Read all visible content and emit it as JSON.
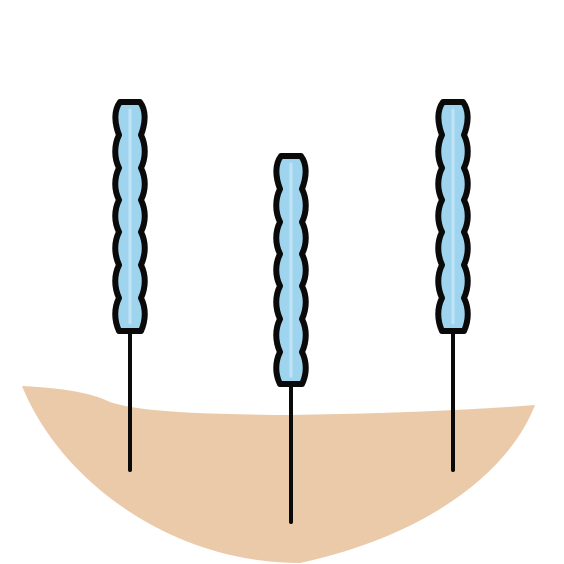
{
  "scene": {
    "subject": "acupuncture-needles-in-skin",
    "needle_count": 3
  },
  "colors": {
    "background": "#ffffff",
    "skin": "#ebcaa9",
    "handle_fill": "#9fd4ee",
    "handle_highlight": "#c9e9f8",
    "outline": "#0a0a0a"
  },
  "icons": {
    "needle": "acupuncture-needle-icon",
    "skin": "skin-surface-shape"
  }
}
